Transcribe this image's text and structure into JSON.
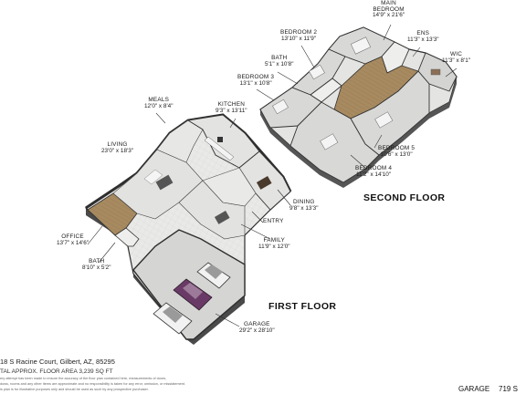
{
  "floors": {
    "first": "FIRST FLOOR",
    "second": "SECOND FLOOR"
  },
  "rooms": {
    "main_bedroom": {
      "name_line1": "MAIN",
      "name_line2": "BEDROOM",
      "dims": "14'9\" x 21'6\""
    },
    "bedroom2": {
      "name": "BEDROOM 2",
      "dims": "13'10\" x 11'9\""
    },
    "ens": {
      "name": "ENS",
      "dims": "11'3\" x 13'3\""
    },
    "bath_upper": {
      "name": "BATH",
      "dims": "5'1\" x 10'8\""
    },
    "wic": {
      "name": "WIC",
      "dims": "11'3\" x 8'1\""
    },
    "bedroom3": {
      "name": "BEDROOM 3",
      "dims": "13'1\" x 10'8\""
    },
    "meals": {
      "name": "MEALS",
      "dims": "12'0\" x 8'4\""
    },
    "kitchen": {
      "name": "KITCHEN",
      "dims": "9'3\" x 13'11\""
    },
    "living": {
      "name": "LIVING",
      "dims": "23'0\" x 18'3\""
    },
    "bedroom5": {
      "name": "BEDROOM 5",
      "dims": "10'6\" x 13'0\""
    },
    "bedroom4": {
      "name": "BEDROOM 4",
      "dims": "11'2\" x 14'10\""
    },
    "dining": {
      "name": "DINING",
      "dims": "9'8\" x 13'3\""
    },
    "entry": {
      "name": "ENTRY"
    },
    "office": {
      "name": "OFFICE",
      "dims": "13'7\" x 14'6\""
    },
    "family": {
      "name": "FAMILY",
      "dims": "11'9\" x 12'0\""
    },
    "bath_lower": {
      "name": "BATH",
      "dims": "8'10\" x 5'2\""
    },
    "garage": {
      "name": "GARAGE",
      "dims": "29'2\" x 28'10\""
    }
  },
  "footer": {
    "address": "18 S Racine Court, Gilbert, AZ, 85295",
    "area": "TAL APPROX. FLOOR AREA 3,239 SQ FT",
    "disclaimer_1": "ery attempt has been made to ensure the accuracy of the floor plan contained here, measurements of doors,",
    "disclaimer_2": "dows, rooms and any other items are approximate and no responsibility is taken for any error, omission, or misstatement.",
    "disclaimer_3": "is plan is for illustrative purposes only and should be used as such by any prospective purchaser."
  },
  "stamp": {
    "garage_label": "GARAGE",
    "value": "719 S"
  },
  "colors": {
    "wall": "#3a3a3a",
    "floor": "#e8e8e6",
    "carpet": "#d9d9d9",
    "wood": "#a3875f",
    "car": "#6a3a66"
  }
}
